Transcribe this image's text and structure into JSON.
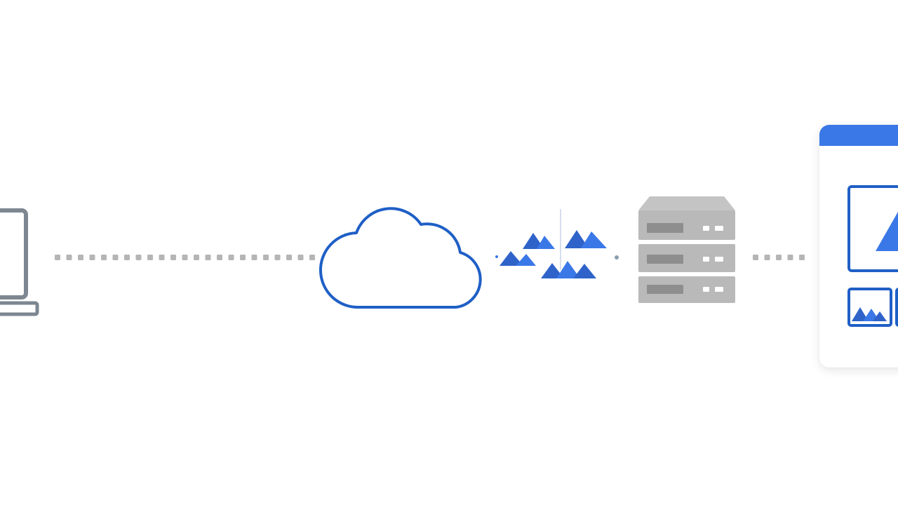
{
  "diagram": {
    "nodes": [
      {
        "id": "laptop",
        "icon": "laptop-icon"
      },
      {
        "id": "cloud",
        "icon": "cloud-icon"
      },
      {
        "id": "images",
        "icon": "image-fragments-icon"
      },
      {
        "id": "server",
        "icon": "server-rack-icon"
      },
      {
        "id": "browser",
        "icon": "browser-window-icon"
      }
    ],
    "connectors": [
      {
        "from": "laptop",
        "to": "cloud",
        "style": "dotted"
      },
      {
        "from": "images",
        "to": "server",
        "style": "dotted"
      },
      {
        "from": "server",
        "to": "browser",
        "style": "dotted"
      }
    ]
  },
  "colors": {
    "accent_blue": "#1f5fc6",
    "image_blue": "#3b78e7",
    "dot_gray": "#b5b5b5",
    "laptop_gray": "#7d8791",
    "server_gray": "#b9b9b9",
    "server_dark": "#8e8e8e",
    "background": "#ffffff"
  }
}
